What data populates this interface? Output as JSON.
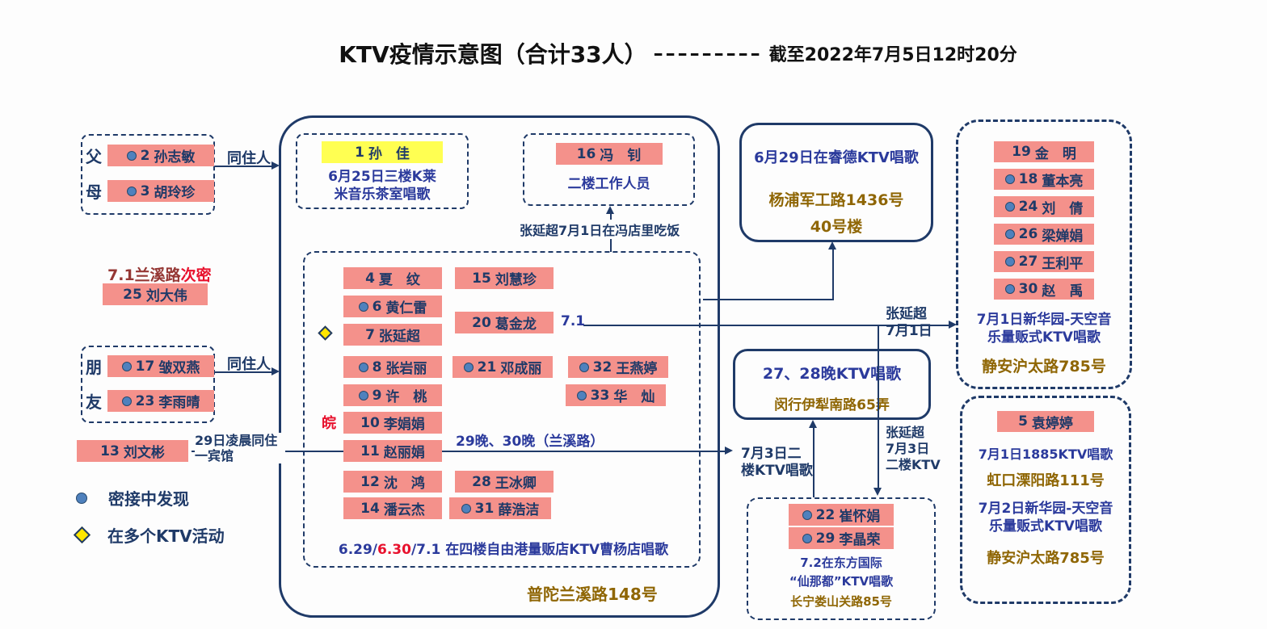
{
  "title": {
    "main": "KTV疫情示意图（合计33人）",
    "separator": "–––––––––",
    "asof": "截至2022年7月5日12时20分"
  },
  "colors": {
    "chip_bg": "#f4918b",
    "navy": "#1f3a68",
    "blue": "#2b3a9c",
    "brown": "#8f6604",
    "red": "#e8112d",
    "highlight_yellow": "#ffff52",
    "contact_dot": "#4f81bd",
    "diamond_yellow": "#ffe600"
  },
  "people": {
    "p1": {
      "id": "1",
      "name": "孙　佳"
    },
    "p2": {
      "id": "2",
      "name": "孙志敏"
    },
    "p3": {
      "id": "3",
      "name": "胡玲珍"
    },
    "p4": {
      "id": "4",
      "name": "夏　纹"
    },
    "p5": {
      "id": "5",
      "name": "袁婷婷"
    },
    "p6": {
      "id": "6",
      "name": "黄仁雷"
    },
    "p7": {
      "id": "7",
      "name": "张延超"
    },
    "p8": {
      "id": "8",
      "name": "张岩丽"
    },
    "p9": {
      "id": "9",
      "name": "许　桃"
    },
    "p10": {
      "id": "10",
      "name": "李娟娟"
    },
    "p11": {
      "id": "11",
      "name": "赵丽娟"
    },
    "p12": {
      "id": "12",
      "name": "沈　鸿"
    },
    "p13": {
      "id": "13",
      "name": "刘文彬"
    },
    "p14": {
      "id": "14",
      "name": "潘云杰"
    },
    "p15": {
      "id": "15",
      "name": "刘慧珍"
    },
    "p16": {
      "id": "16",
      "name": "冯　钊"
    },
    "p17": {
      "id": "17",
      "name": "皱双燕"
    },
    "p18": {
      "id": "18",
      "name": "董本亮"
    },
    "p19": {
      "id": "19",
      "name": "金　明"
    },
    "p20": {
      "id": "20",
      "name": "葛金龙"
    },
    "p21": {
      "id": "21",
      "name": "邓成丽"
    },
    "p22": {
      "id": "22",
      "name": "崔怀娟"
    },
    "p23": {
      "id": "23",
      "name": "李雨晴"
    },
    "p24": {
      "id": "24",
      "name": "刘　倩"
    },
    "p25": {
      "id": "25",
      "name": "刘大伟"
    },
    "p26": {
      "id": "26",
      "name": "梁婵娟"
    },
    "p27": {
      "id": "27",
      "name": "王利平"
    },
    "p28": {
      "id": "28",
      "name": "王冰卿"
    },
    "p29": {
      "id": "29",
      "name": "李晶荣"
    },
    "p30": {
      "id": "30",
      "name": "赵　禹"
    },
    "p31": {
      "id": "31",
      "name": "薛浩洁"
    },
    "p32": {
      "id": "32",
      "name": "王燕婷"
    },
    "p33": {
      "id": "33",
      "name": "华　灿"
    }
  },
  "labels": {
    "father": "父",
    "mother": "母",
    "friend1": "朋",
    "friend2": "友",
    "wan": "皖",
    "cohabit1": "同住人",
    "cohabit2": "同住人",
    "cimi_prefix": "7.1兰溪路",
    "cimi_red": "次密",
    "hotel_note": "29日凌晨同住一宾馆",
    "legend_dot": "密接中发现",
    "legend_diamond": "在多个KTV活动",
    "feng_note": "张延超7月1日在冯店里吃饭",
    "lanxi_note": "29晚、30晚（兰溪路）",
    "label_71": "7.1",
    "zyc71_l1": "张延超",
    "zyc71_l2": "7月1日",
    "kt73_l1": "7月3日二",
    "kt73_l2": "楼KTV唱歌",
    "zyc73_l1": "张延超",
    "zyc73_l2": "7月3日",
    "zyc73_l3": "二楼KTV"
  },
  "boxes": {
    "sunjia": {
      "line1": "6月25日三楼K莱",
      "line2": "米音乐茶室唱歌"
    },
    "feng": {
      "note": "二楼工作人员"
    },
    "members_venue": {
      "seg_blue1": "6.29/",
      "seg_red": "6.30",
      "seg_blue2": "/7.1 在四楼自由港量贩店KTV曹杨店唱歌"
    },
    "members_addr": "普陀兰溪路148号",
    "ruide": {
      "line1": "6月29日在睿德KTV唱歌",
      "addr1": "杨浦军工路1436号",
      "addr2": "40号楼"
    },
    "minhang": {
      "line1": "27、28晚KTV唱歌",
      "addr": "闵行伊犁南路65弄"
    },
    "xianadu": {
      "line1": "7.2在东方国际",
      "line2": "“仙那都”KTV唱歌",
      "addr": "长宁娄山关路85号"
    },
    "right1": {
      "venue1": "7月1日新华园-天空音",
      "venue2": "乐量贩式KTV唱歌",
      "addr": "静安沪太路785号"
    },
    "right2": {
      "venue1": "7月1日1885KTV唱歌",
      "addr1": "虹口溧阳路111号",
      "venue2a": "7月2日新华园-天空音",
      "venue2b": "乐量贩式KTV唱歌",
      "addr2": "静安沪太路785号"
    }
  }
}
